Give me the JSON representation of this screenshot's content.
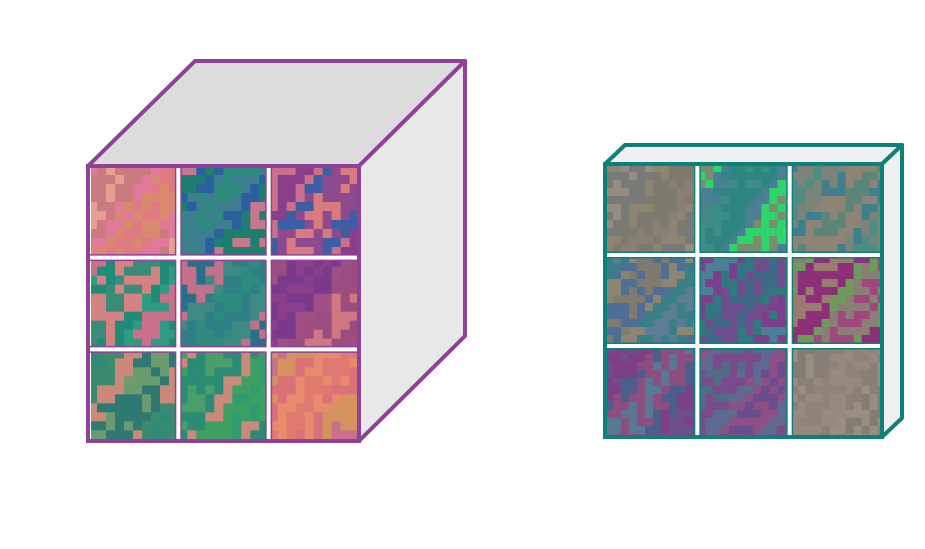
{
  "diagram": {
    "cubes": [
      {
        "id": "input-volume",
        "grid_rows": 3,
        "grid_cols": 3,
        "depth_label": "",
        "border_color": "#8E4297",
        "top_face_color": "#DCDCDC",
        "side_face_color": "#E8E8E8",
        "grid_line_color": "#FFFFFF",
        "tile_palettes": [
          [
            "#E07A82",
            "#D98A6C",
            "#E3799A",
            "#C97B7F",
            "#E6A090"
          ],
          [
            "#2E8C7E",
            "#3F7E8F",
            "#2A5FA0",
            "#1E7F6E",
            "#C4778D"
          ],
          [
            "#8A3F8C",
            "#C9708A",
            "#3B5FA2",
            "#8E4A8F",
            "#D87A7F"
          ],
          [
            "#C9708A",
            "#2F9B82",
            "#1E8C78",
            "#D58282",
            "#3A8C7A"
          ],
          [
            "#2E8C7E",
            "#2F7F86",
            "#3E8A84",
            "#C47088",
            "#2A6F8A"
          ],
          [
            "#8A3F8C",
            "#7A3A8C",
            "#A04F86",
            "#9B4D80",
            "#D07782"
          ],
          [
            "#2F8A78",
            "#3C8A70",
            "#C98A7A",
            "#2E7A73",
            "#6B9B6E"
          ],
          [
            "#2F9B6E",
            "#3DA062",
            "#C98A7C",
            "#2C8B74",
            "#4A9E6A"
          ],
          [
            "#E07A70",
            "#E88A6C",
            "#D9707A",
            "#D4925E",
            "#C9708A"
          ]
        ]
      },
      {
        "id": "output-volume",
        "grid_rows": 3,
        "grid_cols": 3,
        "depth_label": "",
        "border_color": "#0F7F79",
        "top_face_color": "#F0F0F0",
        "side_face_color": "#F0F0F0",
        "grid_line_color": "#FFFFFF",
        "tile_palettes": [
          [
            "#8B7F75",
            "#7D7A6E",
            "#8E8570",
            "#777A76",
            "#978C80"
          ],
          [
            "#3E8C86",
            "#2F8680",
            "#4A7F95",
            "#2ED66A",
            "#7A8C6E"
          ],
          [
            "#4E8C84",
            "#7A8478",
            "#3F7E8C",
            "#8E8476",
            "#5B8677"
          ],
          [
            "#5B7E94",
            "#3A7F86",
            "#8C8474",
            "#4F6E96",
            "#7E7A6E"
          ],
          [
            "#3E6A86",
            "#6E4E8C",
            "#2F7A7E",
            "#7B3F8C",
            "#4A7F96"
          ],
          [
            "#9B7A70",
            "#8E2F7A",
            "#6E9A5C",
            "#8B7F75",
            "#A0487E"
          ],
          [
            "#6E4E8C",
            "#7E3F86",
            "#4E5E8C",
            "#8B4E7E",
            "#5A7896"
          ],
          [
            "#6A4E8C",
            "#8E4E86",
            "#5E6A90",
            "#7A4A8C",
            "#4F6E86"
          ],
          [
            "#8E8376",
            "#968A7E",
            "#8A7F76",
            "#9A8E80",
            "#827C72"
          ]
        ]
      }
    ]
  }
}
